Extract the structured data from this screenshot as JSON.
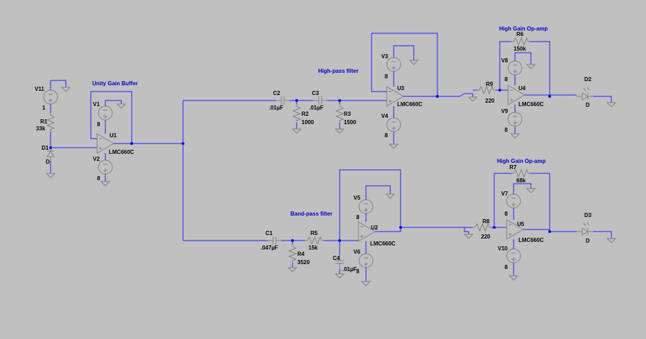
{
  "titles": {
    "unity_buffer": "Unity Gain Buffer",
    "highpass": "High-pass filter",
    "bandpass": "Band-pass filter",
    "highgain1": "High Gain Op-amp",
    "highgain2": "High Gain Op-amp"
  },
  "components": {
    "V11": {
      "name": "V11",
      "value": "1"
    },
    "R1": {
      "name": "R1",
      "value": "33k"
    },
    "D1": {
      "name": "D1",
      "value": "D"
    },
    "V1": {
      "name": "V1",
      "value": "8"
    },
    "V2": {
      "name": "V2",
      "value": "8"
    },
    "U1": {
      "name": "U1",
      "value": "LMC660C"
    },
    "C2": {
      "name": "C2",
      "value": ".01µF"
    },
    "C3": {
      "name": "C3",
      "value": ".01µF"
    },
    "R2": {
      "name": "R2",
      "value": "1000"
    },
    "R3": {
      "name": "R3",
      "value": "1500"
    },
    "V3": {
      "name": "V3",
      "value": "8"
    },
    "V4": {
      "name": "V4",
      "value": "8"
    },
    "U3": {
      "name": "U3",
      "value": "LMC660C"
    },
    "R9": {
      "name": "R9",
      "value": "220"
    },
    "R6": {
      "name": "R6",
      "value": "150k"
    },
    "V8": {
      "name": "V8",
      "value": "8"
    },
    "V9": {
      "name": "V9",
      "value": "8"
    },
    "U4": {
      "name": "U4",
      "value": "LMC660C"
    },
    "D2": {
      "name": "D2",
      "value": "D"
    },
    "C1": {
      "name": "C1",
      "value": ".047µF"
    },
    "R5": {
      "name": "R5",
      "value": "15k"
    },
    "R4": {
      "name": "R4",
      "value": "3520"
    },
    "C4": {
      "name": "C4",
      "value": ".01µF"
    },
    "V5": {
      "name": "V5",
      "value": "8"
    },
    "V6": {
      "name": "V6",
      "value": "8"
    },
    "U2": {
      "name": "U2",
      "value": "LMC660C"
    },
    "R8": {
      "name": "R8",
      "value": "220"
    },
    "R7": {
      "name": "R7",
      "value": "68k"
    },
    "V7": {
      "name": "V7",
      "value": "8"
    },
    "V10": {
      "name": "V10",
      "value": "8"
    },
    "U5": {
      "name": "U5",
      "value": "LMC660C"
    },
    "D3": {
      "name": "D3",
      "value": "D"
    }
  },
  "colors": {
    "background": "#c0c0c0",
    "wire": "#2020ff",
    "component": "#808080",
    "junction": "#0000e0",
    "title": "#0000c8"
  }
}
